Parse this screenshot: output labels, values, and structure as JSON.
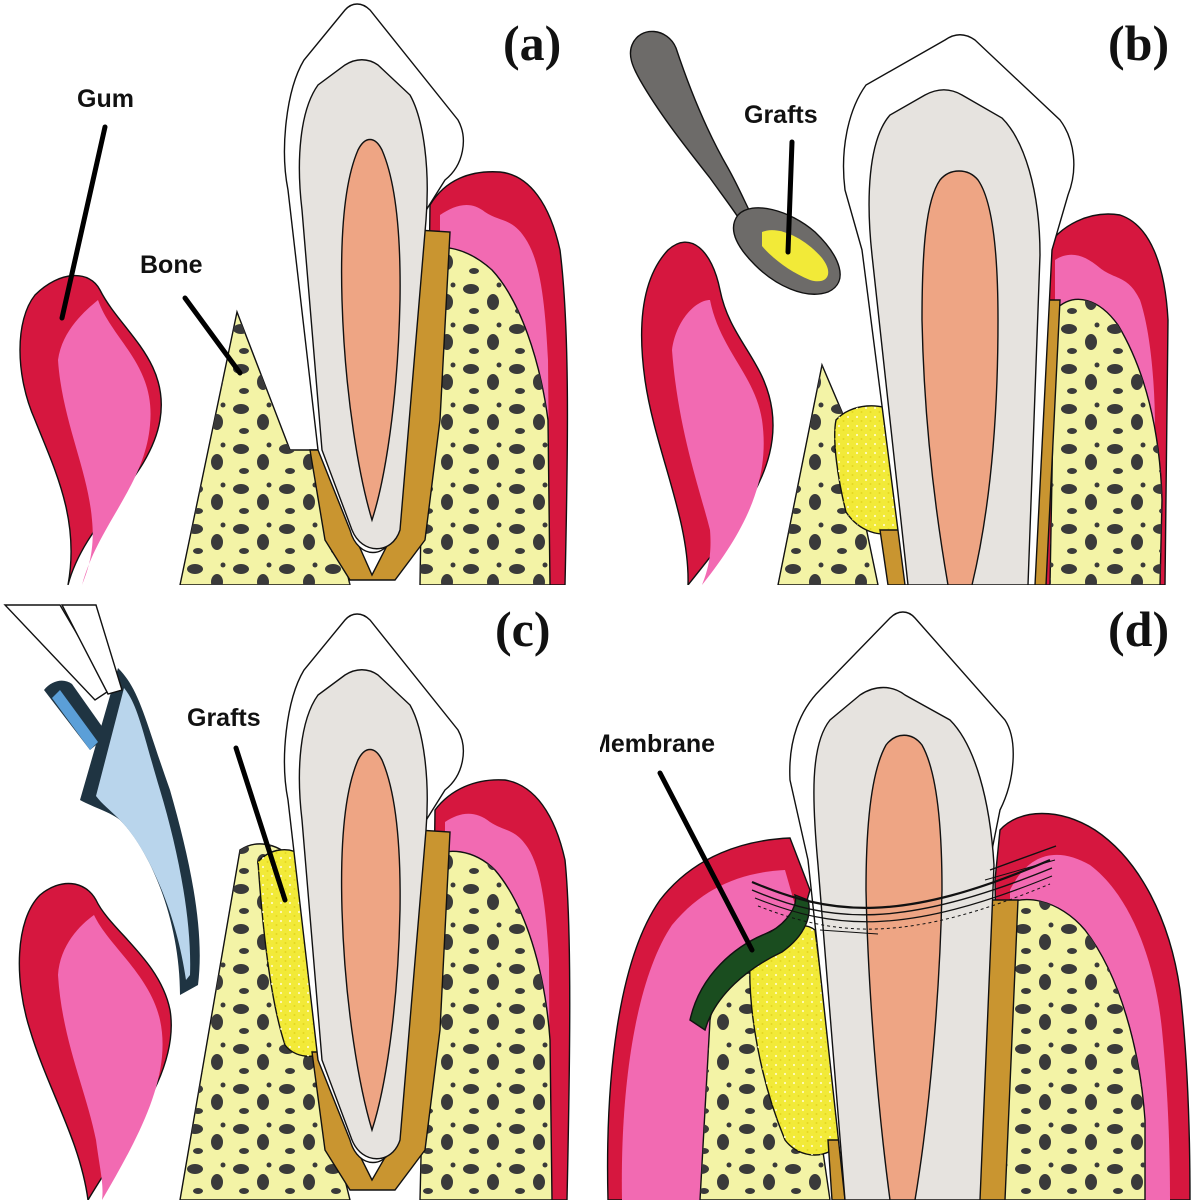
{
  "panels": [
    {
      "id": "a",
      "letter": "(a)",
      "callouts": [
        {
          "text": "Gum"
        },
        {
          "text": "Bone"
        }
      ]
    },
    {
      "id": "b",
      "letter": "(b)",
      "callouts": [
        {
          "text": "Grafts"
        }
      ]
    },
    {
      "id": "c",
      "letter": "(c)",
      "callouts": [
        {
          "text": "Grafts"
        }
      ]
    },
    {
      "id": "d",
      "letter": "(d)",
      "callouts": [
        {
          "text": "Membrane"
        }
      ]
    }
  ],
  "colors": {
    "gum_outer": "#d6173f",
    "gum_inner": "#f26ab2",
    "bone": "#f3f3a6",
    "bone_pores": "#3a3a3a",
    "tooth_crown": "#ffffff",
    "dentin": "#e6e3df",
    "pulp": "#eea584",
    "periodontal_ligament": "#c99530",
    "graft": "#f2ea38",
    "membrane": "#1a4d1f",
    "instrument": "#6d6b69",
    "membrane_sheet": "#b9d5ec",
    "membrane_sheet_edge": "#1f3442",
    "forceps_tip": "#5b9fd8"
  }
}
